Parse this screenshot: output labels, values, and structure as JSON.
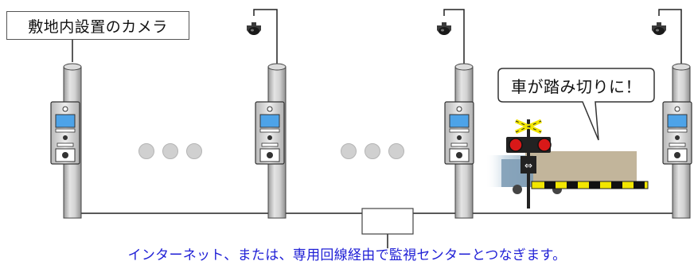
{
  "camera_label": "敷地内設置のカメラ",
  "speech_bubble": "車が踏み切りに！",
  "caption": "インターネット、または、専用回線経由で監視センターとつなぎます。",
  "colors": {
    "caption": "#1f1fd6",
    "pole": "#c8c8c8",
    "device_screen": "#4da3e8",
    "signal_red": "#d81818",
    "barrier_yellow": "#f2e600"
  },
  "icons": [
    "dome-camera-icon",
    "pole-icon",
    "intercom-device-icon",
    "crossing-signal-icon",
    "truck-icon",
    "ellipsis-dots"
  ]
}
